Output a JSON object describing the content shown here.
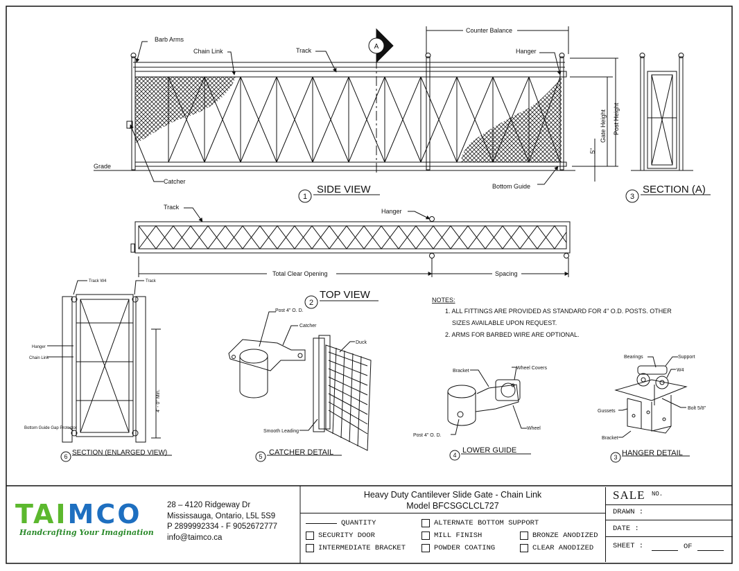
{
  "labels": {
    "barb_arms": "Barb Arms",
    "chain_link": "Chain Link",
    "track": "Track",
    "counter_balance": "Counter Balance",
    "hanger": "Hanger",
    "gate_height": "Gate Height",
    "post_height": "Post Height",
    "five_in": "5\"",
    "grade": "Grade",
    "catcher": "Catcher",
    "bottom_guide": "Bottom Guide",
    "section_marker": "A",
    "total_clear_opening": "Total Clear Opening",
    "spacing": "Spacing",
    "track_w4": "Track W4",
    "four_ft_min": "4' - 0\" Min.",
    "bottom_guide_gap_protector": "Bottom Guide Gap Protector",
    "post_4od": "Post 4\" O. D.",
    "duck": "Duck",
    "smooth_leading": "Smooth Leading",
    "bracket": "Bracket",
    "wheel_covers": "Wheel Covers",
    "wheel": "Wheel",
    "bearings": "Bearings",
    "support": "Support",
    "w4": "W4",
    "bolt": "Bolt 5/8\"",
    "gussets": "Gussets"
  },
  "views": {
    "side_num": "1",
    "side_title": "SIDE VIEW",
    "sectA_num": "3",
    "sectA_title": "SECTION (A)",
    "top_num": "2",
    "top_title": "TOP VIEW",
    "enl_num": "6",
    "enl_title": "SECTION (ENLARGED VIEW)",
    "catch_num": "5",
    "catch_title": "CATCHER DETAIL",
    "lower_num": "4",
    "lower_title": "LOWER GUIDE",
    "hang_num": "3",
    "hang_title": "HANGER DETAIL"
  },
  "notes": {
    "heading": "NOTES:",
    "n1a": "1. ALL FITTINGS ARE PROVIDED AS STANDARD FOR 4\" O.D. POSTS. OTHER",
    "n1b": "SIZES AVAILABLE UPON REQUEST.",
    "n2": "2. ARMS FOR BARBED WIRE ARE OPTIONAL."
  },
  "company": {
    "logo": "TAIMCO",
    "tagline": "Handcrafting Your Imagination",
    "addr1": "28 – 4120 Ridgeway Dr",
    "addr2": "Mississauga, Ontario, L5L 5S9",
    "phone": "P 2899992334 - F 9052672777",
    "email": "info@taimco.ca"
  },
  "title": {
    "line1": "Heavy Duty Cantilever Slide Gate - Chain Link",
    "line2": "Model BFCSGCLCL727"
  },
  "options": {
    "quantity": "QUANTITY",
    "security_door": "SECURITY DOOR",
    "intermediate_bracket": "INTERMEDIATE BRACKET",
    "alt_bottom": "ALTERNATE BOTTOM SUPPORT",
    "mill_finish": "MILL FINISH",
    "powder_coating": "POWDER COATING",
    "bronze": "BRONZE ANODIZED",
    "clear": "CLEAR ANODIZED"
  },
  "sheet_info": {
    "sale": "SALE",
    "no": "NO.",
    "drawn": "DRAWN :",
    "date": "DATE :",
    "sheet": "SHEET :",
    "of": "OF"
  },
  "colors": {
    "logo_green": "#5cb82e",
    "logo_blue": "#1e6fc0",
    "tagline": "#2a8a2a"
  }
}
